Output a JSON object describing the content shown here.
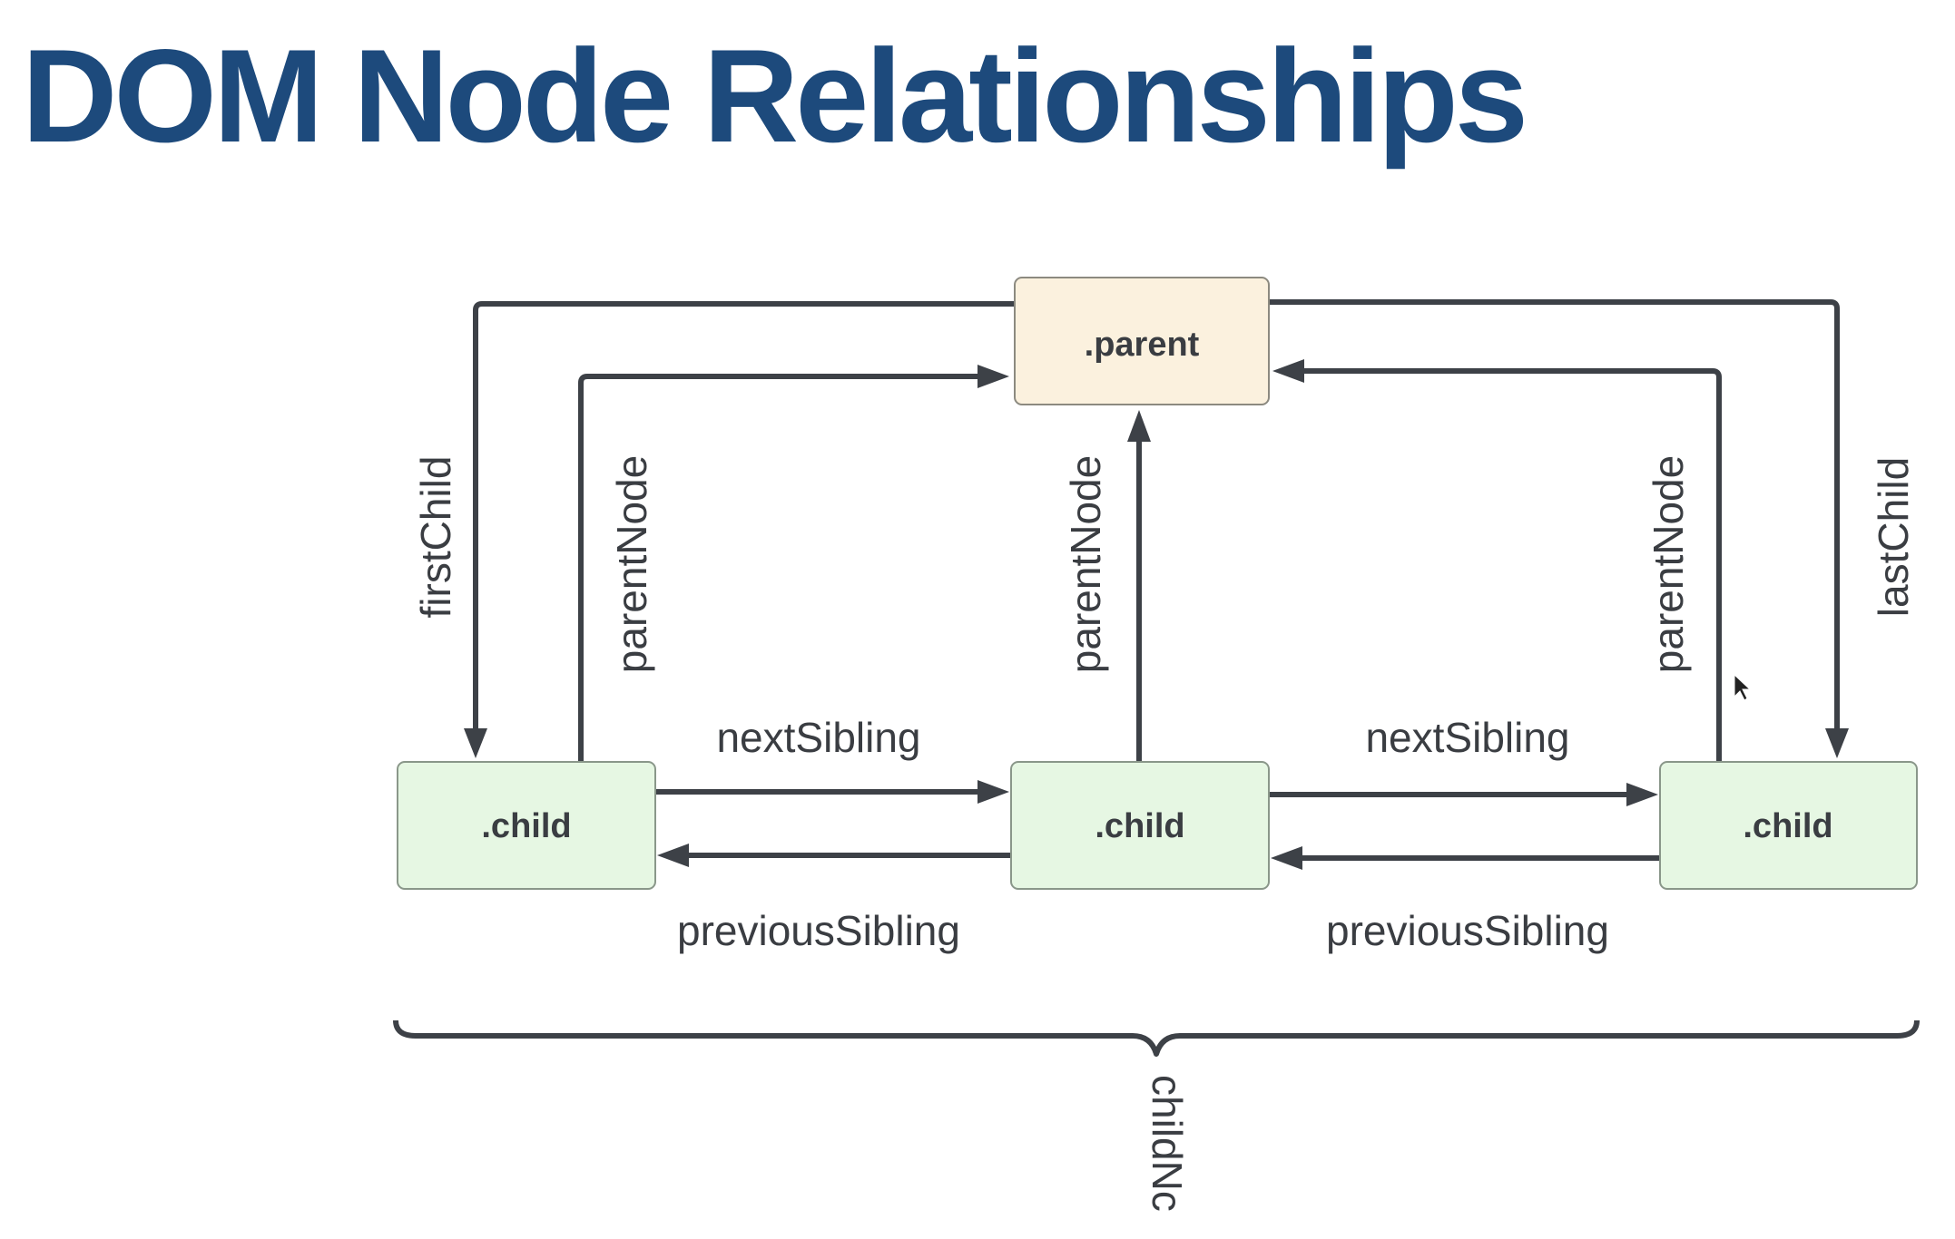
{
  "title": "DOM Node Relationships",
  "colors": {
    "title": "#1d4a7c",
    "parent_fill": "#fbf1de",
    "parent_border": "#8c8a80",
    "child_fill": "#e6f7e3",
    "child_border": "#8a978a",
    "edge": "#3d4147",
    "label": "#3a3d42"
  },
  "nodes": {
    "parent": ".parent",
    "child_1": ".child",
    "child_2": ".child",
    "child_3": ".child"
  },
  "relationships": {
    "first_child": "firstChild",
    "last_child": "lastChild",
    "parent_node_1": "parentNode",
    "parent_node_2": "parentNode",
    "parent_node_3": "parentNode",
    "next_sibling_1": "nextSibling",
    "next_sibling_2": "nextSibling",
    "previous_sibling_1": "previousSibling",
    "previous_sibling_2": "previousSibling",
    "child_nodes": "childNc"
  }
}
